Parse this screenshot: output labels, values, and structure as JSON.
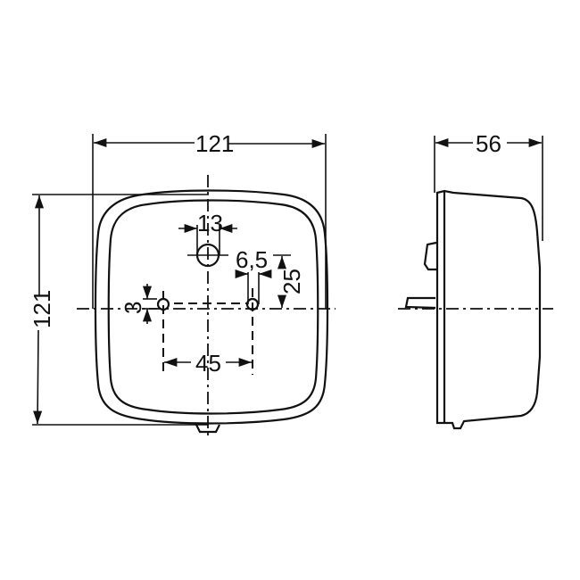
{
  "drawing": {
    "type": "technical-dimension-drawing",
    "subject": "square lamp housing, front and side view",
    "units": "mm",
    "front_view": {
      "width_label": "121",
      "height_label": "121",
      "center_hole_diameter_label": "13",
      "mount_hole_diameter_label": "6,5",
      "mount_hole_offset_label": "3",
      "mount_hole_spacing_label": "45",
      "center_hole_vertical_offset_label": "25"
    },
    "side_view": {
      "depth_label": "56"
    },
    "colors": {
      "line": "#111111",
      "background": "#ffffff"
    }
  }
}
